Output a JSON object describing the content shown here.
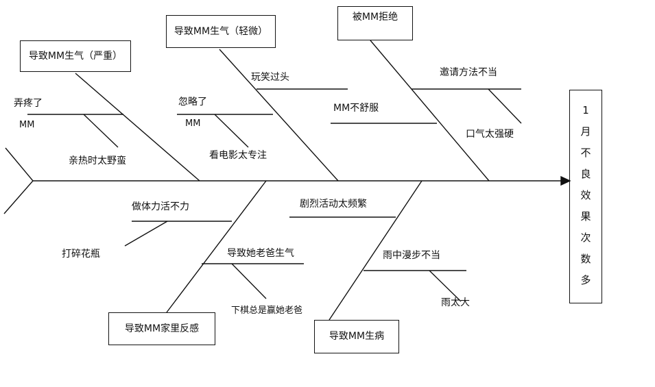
{
  "result": "1月不良效果次数多",
  "categories": {
    "serious_angry": "导致MM生气（严重）",
    "light_angry": "导致MM生气（轻微）",
    "rejected": "被MM拒绝",
    "family_dislike": "导致MM家里反感",
    "sick": "导致MM生病"
  },
  "causes": {
    "hurt": "弄疼了",
    "hurt_mm": "MM",
    "too_rough": "亲热时太野蛮",
    "ignored": "忽略了",
    "ignored_mm": "MM",
    "movie_focus": "看电影太专注",
    "joke_too_far": "玩笑过头",
    "mm_uncomfortable": "MM不舒服",
    "invite_wrong": "邀请方法不当",
    "tone_harsh": "口气太强硬",
    "chores_weak": "做体力活不力",
    "broke_vase": "打碎花瓶",
    "dad_angry": "导致她老爸生气",
    "chess_win": "下棋总是赢她老爸",
    "too_intense": "剧烈活动太频繁",
    "rain_walk": "雨中漫步不当",
    "heavy_rain": "雨太大"
  }
}
